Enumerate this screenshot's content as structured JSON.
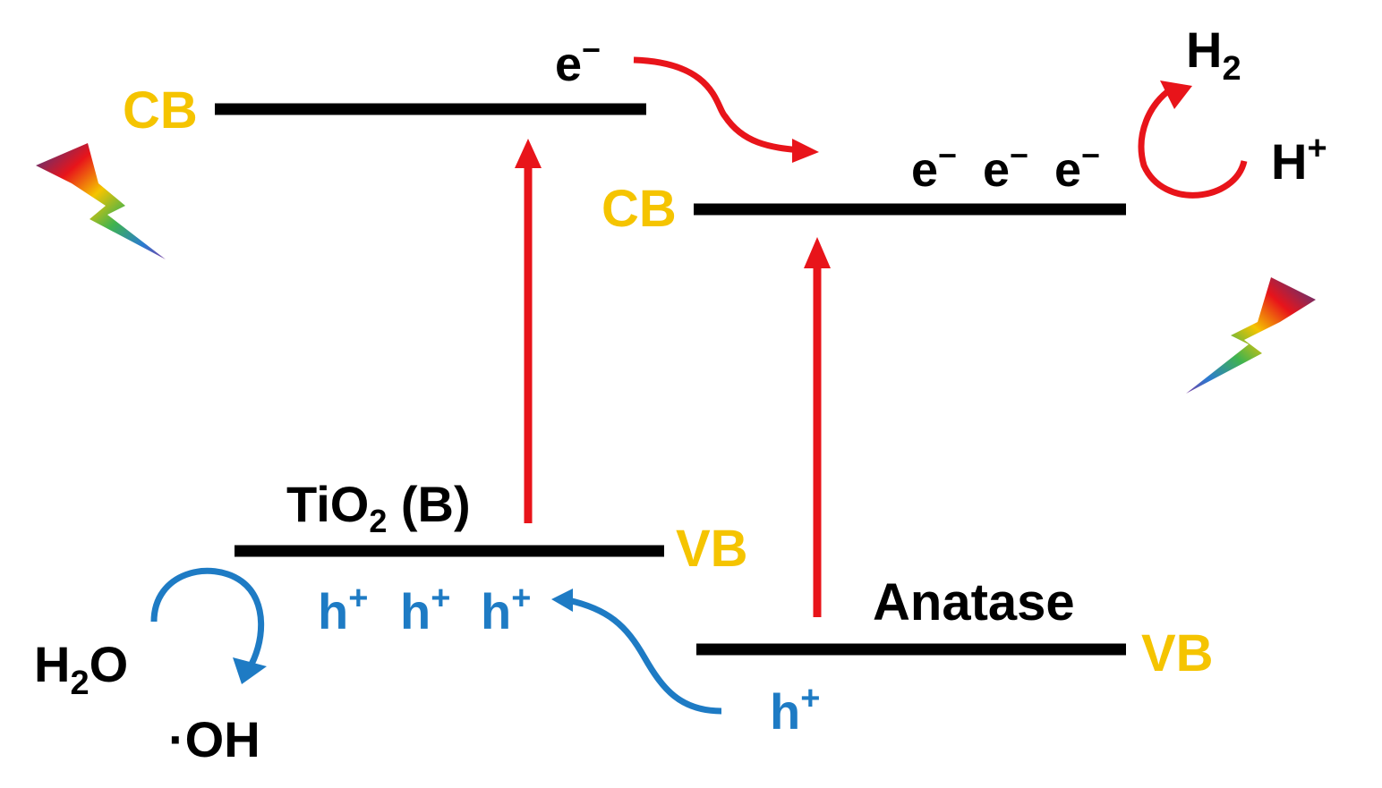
{
  "colors": {
    "band_label": "#F5C400",
    "electron_arrow": "#E8141A",
    "hole_arrow": "#1E7BC4",
    "band_line": "#000000",
    "text": "#000000",
    "hole_text": "#1E7BC4"
  },
  "tio2b": {
    "name_main": "TiO",
    "name_sub": "2",
    "name_suffix": " (B)",
    "cb_label": "CB",
    "vb_label": "VB",
    "electron": "e",
    "electron_sup": "−",
    "holes": [
      {
        "base": "h",
        "sup": "+"
      },
      {
        "base": "h",
        "sup": "+"
      },
      {
        "base": "h",
        "sup": "+"
      }
    ]
  },
  "anatase": {
    "name": "Anatase",
    "cb_label": "CB",
    "vb_label": "VB",
    "electrons": [
      {
        "base": "e",
        "sup": "−"
      },
      {
        "base": "e",
        "sup": "−"
      },
      {
        "base": "e",
        "sup": "−"
      }
    ],
    "hole": {
      "base": "h",
      "sup": "+"
    }
  },
  "reactions": {
    "h2": {
      "base": "H",
      "sub": "2"
    },
    "h_plus": {
      "base": "H",
      "sup": "+"
    },
    "h2o": {
      "a": "H",
      "sub": "2",
      "b": "O"
    },
    "oh_radical": "·OH"
  },
  "icons": {
    "light_left": "lightning-bolt-icon",
    "light_right": "lightning-bolt-icon"
  }
}
